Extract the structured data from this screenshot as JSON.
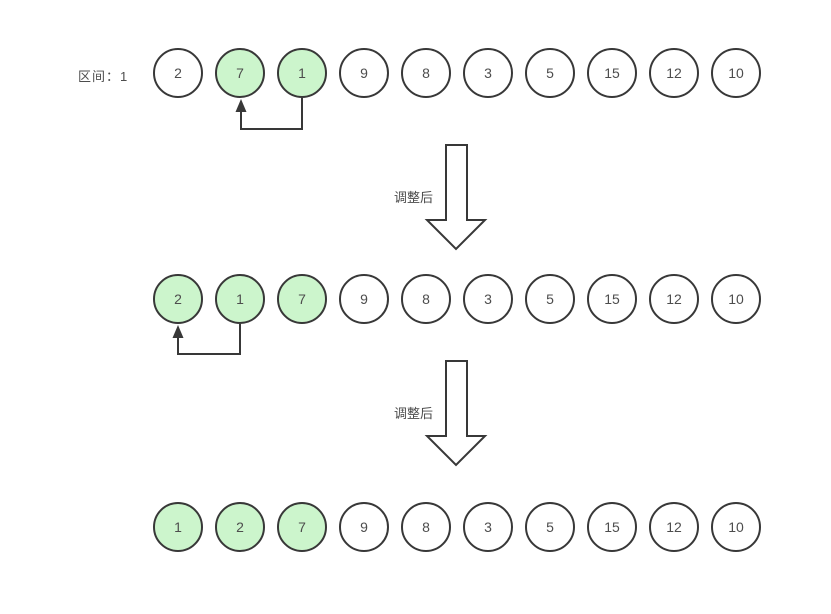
{
  "diagram": {
    "interval_label": "区间：1",
    "step_label": "调整后",
    "rows": [
      {
        "name": "initial-state",
        "values": [
          2,
          7,
          1,
          9,
          8,
          3,
          5,
          15,
          12,
          10
        ],
        "highlighted_indices": [
          1,
          2
        ],
        "swap_arrow": {
          "from_index": 2,
          "to_index": 1
        }
      },
      {
        "name": "after-first-adjustment",
        "values": [
          2,
          1,
          7,
          9,
          8,
          3,
          5,
          15,
          12,
          10
        ],
        "highlighted_indices": [
          0,
          1,
          2
        ],
        "swap_arrow": {
          "from_index": 1,
          "to_index": 0
        }
      },
      {
        "name": "after-second-adjustment",
        "values": [
          1,
          2,
          7,
          9,
          8,
          3,
          5,
          15,
          12,
          10
        ],
        "highlighted_indices": [
          0,
          1,
          2
        ],
        "swap_arrow": null
      }
    ],
    "colors": {
      "highlight_fill": "#ccf5cc",
      "circle_fill": "#ffffff",
      "stroke": "#383838",
      "text": "#4d4d4d"
    }
  }
}
